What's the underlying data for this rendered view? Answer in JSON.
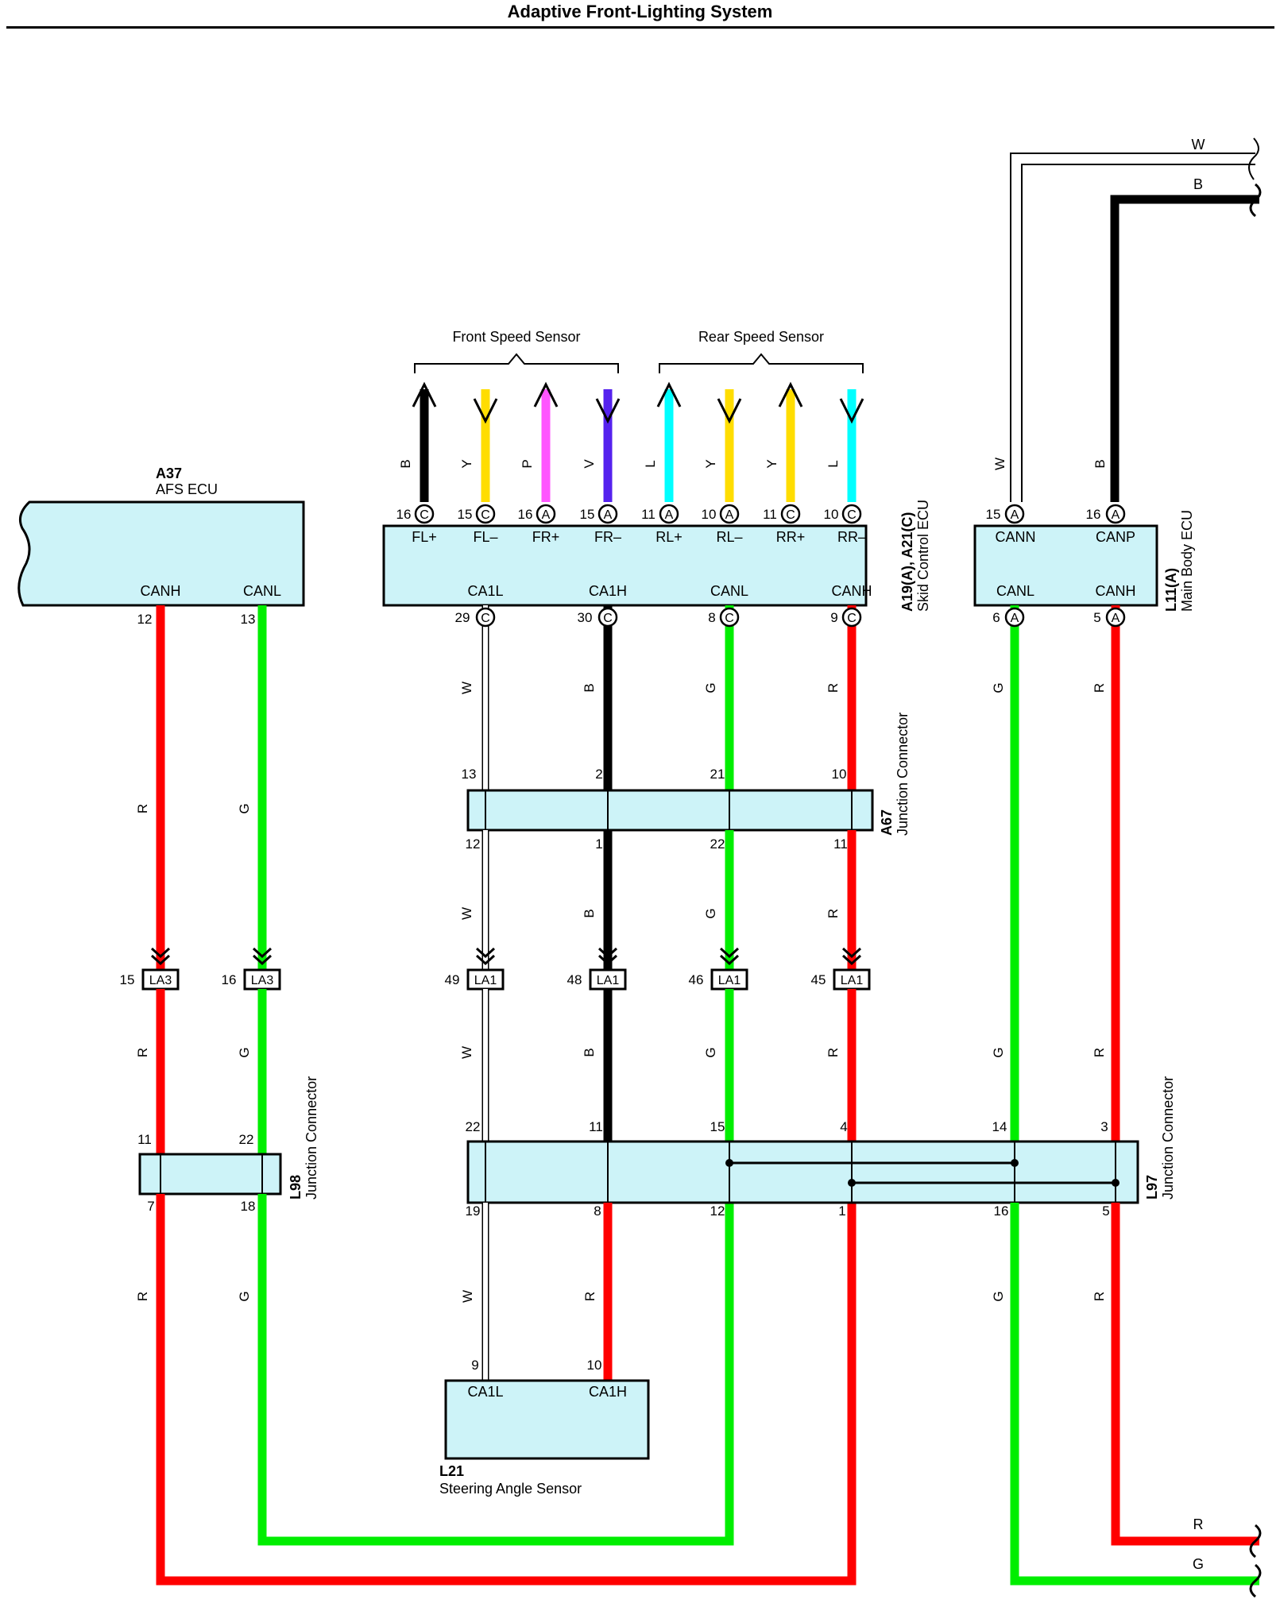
{
  "title": "Adaptive Front-Lighting System",
  "colors": {
    "R": "#ff0000",
    "G": "#00ee00",
    "B": "#000000",
    "W": "#ffffff",
    "Y": "#ffdd00",
    "P": "#ff55ff",
    "V": "#5522ee",
    "L": "#00ffff",
    "box_fill": "#cdf3f8"
  },
  "components": {
    "A37": {
      "id": "A37",
      "name": "AFS ECU",
      "pins": [
        "CANH",
        "CANL"
      ]
    },
    "skid": {
      "id": "A19(A), A21(C)",
      "name": "Skid Control ECU",
      "top_pins": [
        "FL+",
        "FL–",
        "FR+",
        "FR–",
        "RL+",
        "RL–",
        "RR+",
        "RR–"
      ],
      "bottom_pins": [
        "CA1L",
        "CA1H",
        "CANL",
        "CANH"
      ]
    },
    "L11": {
      "id": "L11(A)",
      "name": "Main Body ECU",
      "top_pins": [
        "CANN",
        "CANP"
      ],
      "bottom_pins": [
        "CANL",
        "CANH"
      ]
    },
    "A67": {
      "id": "A67",
      "name": "Junction Connector"
    },
    "L98": {
      "id": "L98",
      "name": "Junction Connector"
    },
    "L97": {
      "id": "L97",
      "name": "Junction Connector"
    },
    "L21": {
      "id": "L21",
      "name": "Steering Angle Sensor",
      "pins": [
        "CA1L",
        "CA1H"
      ]
    }
  },
  "groups": {
    "front": "Front Speed Sensor",
    "rear": "Rear Speed Sensor"
  },
  "connectors": {
    "LA3": "LA3",
    "LA1": "LA1"
  },
  "wire_letters": [
    "R",
    "G",
    "B",
    "W",
    "Y",
    "P",
    "V",
    "L"
  ],
  "terminals": [
    "A",
    "C"
  ]
}
